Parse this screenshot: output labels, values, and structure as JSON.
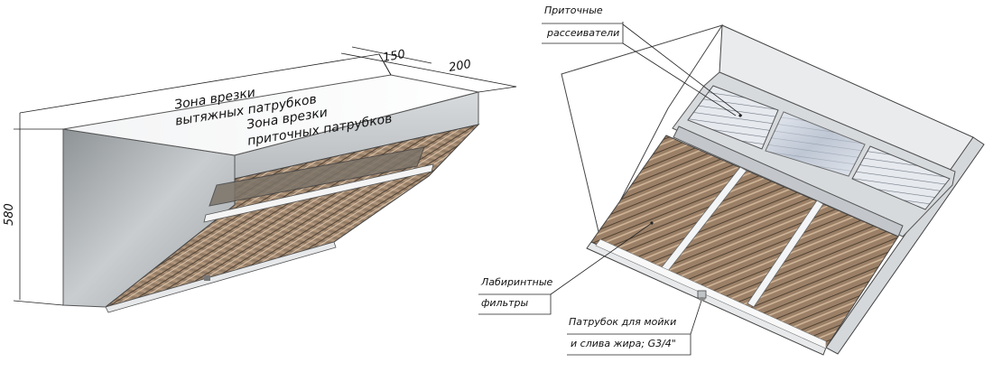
{
  "left_view": {
    "dim_height": "580",
    "dim_150": "150",
    "dim_200": "200",
    "exhaust_zone": [
      "Зона врезки",
      "вытяжных патрубков"
    ],
    "supply_zone": [
      "Зона врезки",
      "приточных патрубков"
    ]
  },
  "right_view": {
    "supply_diffusers": [
      "Приточные",
      "рассеиватели"
    ],
    "labyrinth_filters": [
      "Лабиринтные",
      "фильтры"
    ],
    "drain_fitting": [
      "Патрубок для мойки",
      "и слива жира; G3/4\""
    ]
  }
}
